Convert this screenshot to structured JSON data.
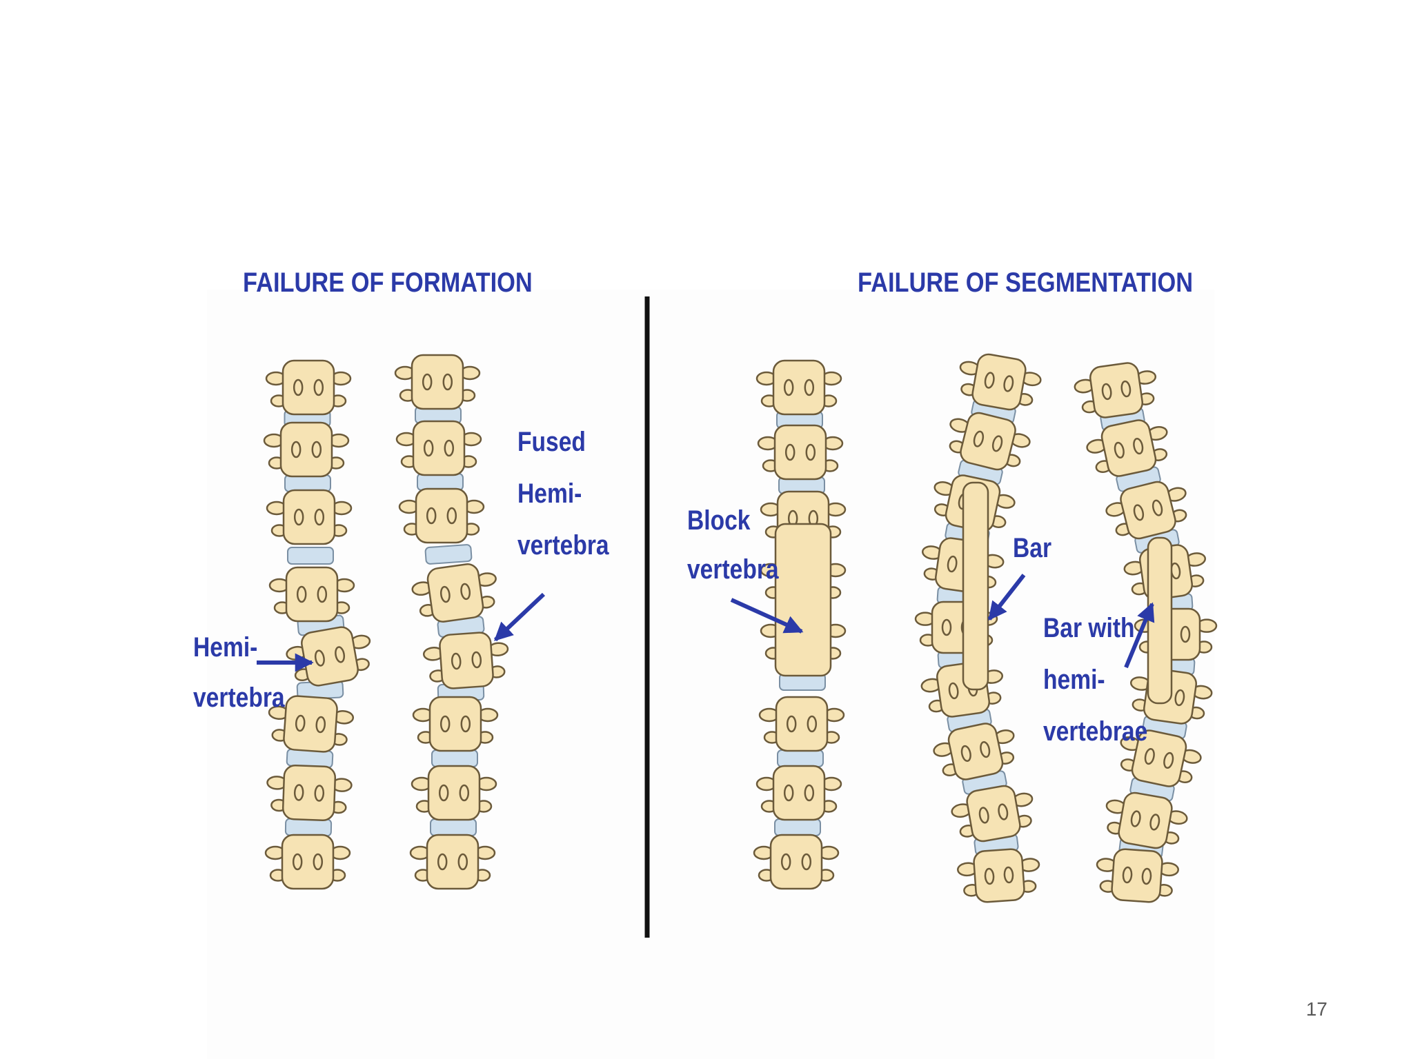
{
  "sections": {
    "formation": {
      "title": "FAILURE OF FORMATION",
      "labels": {
        "hemi_vertebra": [
          "Hemi-",
          "vertebra"
        ],
        "fused_hemi_vertebra": [
          "Fused",
          "Hemi-",
          "vertebra"
        ]
      }
    },
    "segmentation": {
      "title": "FAILURE OF SEGMENTATION",
      "labels": {
        "block_vertebra": [
          "Block",
          "vertebra"
        ],
        "bar": [
          "Bar"
        ],
        "bar_with_hemi_vertebrae": [
          "Bar with",
          "hemi-",
          "vertebrae"
        ]
      }
    }
  },
  "page_number": "17",
  "colors": {
    "label_text": "#2b3aa8",
    "bone_fill": "#f6e3b4",
    "bone_stroke": "#6b5a3a",
    "disc_fill": "#cfe0ee",
    "divider": "#111111"
  }
}
